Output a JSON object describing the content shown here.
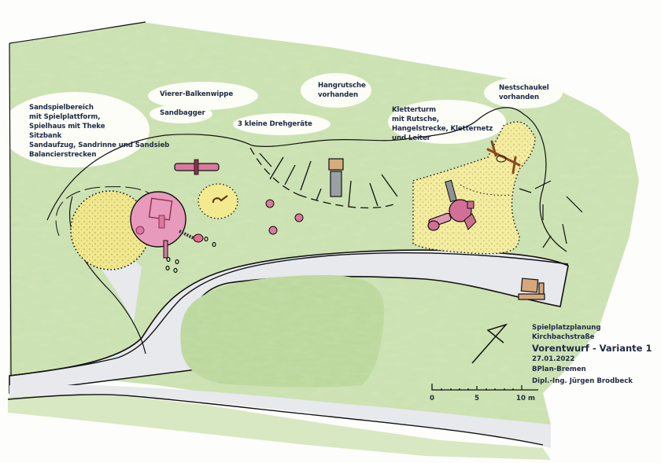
{
  "plan": {
    "title_block": {
      "project": "Spielplatzplanung",
      "street": "Kirchbachstraße",
      "variant": "Vorentwurf - Variante 1",
      "date": "27.01.2022",
      "office": "BPlan-Bremen",
      "author": "Dipl.-Ing. Jürgen Brodbeck"
    },
    "scale_bar": {
      "ticks": [
        "0",
        "5",
        "10 m"
      ]
    },
    "north_arrow": "north-arrow-icon",
    "labels": {
      "sandspiel": [
        "Sandspielbereich",
        "mit Spielplattform,",
        "Spielhaus mit Theke",
        "Sitzbank",
        "Sandaufzug, Sandrinne und Sandsieb",
        "Balancierstrecken"
      ],
      "wippe": "Vierer-Balkenwippe",
      "sandbagger": "Sandbagger",
      "drehgeraete": "3 kleine Drehgeräte",
      "hangrutsche": [
        "Hangrutsche",
        "vorhanden"
      ],
      "kletterturm": [
        "Kletterturm",
        "mit Rutsche,",
        "Hangelstrecke, Kletternetz",
        "und Leiter"
      ],
      "nestschaukel": [
        "Nestschaukel",
        "vorhanden"
      ]
    },
    "colors": {
      "grass": "#c9dfae",
      "grass_dark": "#a8cb86",
      "path": "#e6e8ec",
      "sand": "#f3ea9a",
      "sand_dark": "#eedc6a",
      "play_pink": "#d9799d",
      "ink": "#111111",
      "text": "#1f2a44"
    }
  }
}
